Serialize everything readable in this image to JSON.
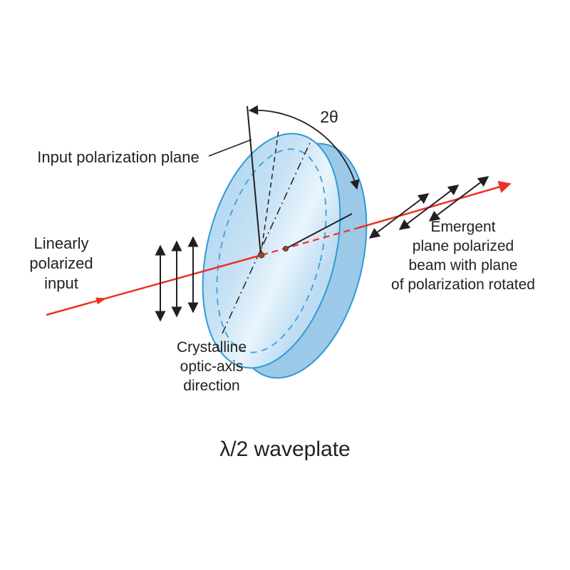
{
  "diagram": {
    "title": "λ/2 waveplate",
    "angle_label": "2θ",
    "labels": {
      "input_plane": "Input polarization plane",
      "input_line1": "Linearly",
      "input_line2": "polarized",
      "input_line3": "input",
      "emergent_line1": "Emergent",
      "emergent_line2": "plane polarized",
      "emergent_line3": "beam with plane",
      "emergent_line4": "of polarization rotated",
      "optic_line1": "Crystalline",
      "optic_line2": "optic-axis",
      "optic_line3": "direction"
    },
    "colors": {
      "beam_red": "#ee3124",
      "plate_outline_blue": "#2e9bd6",
      "plate_fill_blue": "#bcdcf3",
      "plate_fill_dark": "#9cc9e8",
      "dot_brown": "#8a4a3a",
      "text_black": "#231f20"
    }
  }
}
